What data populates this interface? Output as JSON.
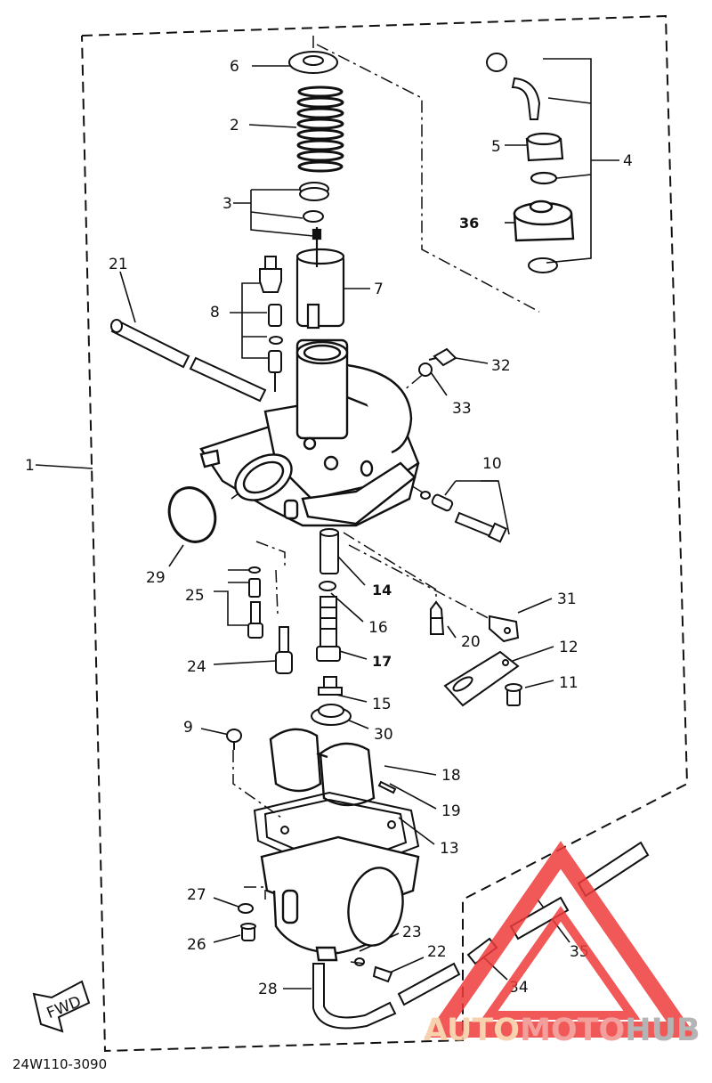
{
  "diagram": {
    "part_labels": {
      "p1": "1",
      "p2": "2",
      "p3": "3",
      "p4": "4",
      "p5": "5",
      "p6": "6",
      "p7": "7",
      "p8": "8",
      "p9": "9",
      "p10": "10",
      "p11": "11",
      "p12": "12",
      "p13": "13",
      "p14": "14",
      "p15": "15",
      "p16": "16",
      "p17": "17",
      "p18": "18",
      "p19": "19",
      "p20": "20",
      "p21": "21",
      "p22": "22",
      "p23": "23",
      "p24": "24",
      "p25": "25",
      "p26": "26",
      "p27": "27",
      "p28": "28",
      "p29": "29",
      "p30": "30",
      "p31": "31",
      "p32": "32",
      "p33": "33",
      "p34": "34",
      "p35": "35",
      "p36": "36"
    },
    "direction_label": "FWD",
    "drawing_code": "24W110-3090"
  },
  "watermark": {
    "part1": "AUTO",
    "part2": "MOTO",
    "part3": "HUB",
    "color_auto": "#f7c9a0",
    "color_moto": "#f2908d",
    "color_hub": "#a8a8a8",
    "logo_color": "#ef3b3b"
  }
}
